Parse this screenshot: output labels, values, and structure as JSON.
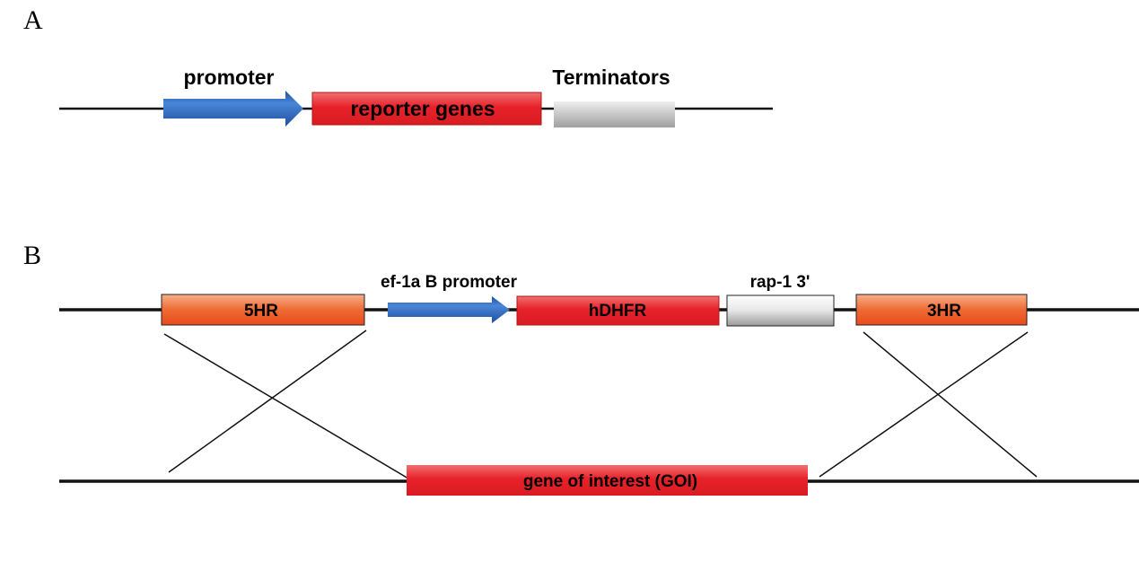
{
  "panel_a": {
    "letter": "A",
    "promoter_label": "promoter",
    "reporter_label": "reporter genes",
    "terminators_label": "Terminators"
  },
  "panel_b": {
    "letter": "B",
    "hr5_label": "5HR",
    "promoter_label": "ef-1a B promoter",
    "hdhfr_label": "hDHFR",
    "rap_label": "rap-1 3'",
    "hr3_label": "3HR",
    "goi_label": "gene of interest (GOI)"
  },
  "colors": {
    "promoter_blue": "#2b5fb4",
    "red_gene": "#e8212a",
    "orange_hr": "#ee5a2c",
    "terminator_gray": "#b8b8b8",
    "line": "#111111"
  }
}
